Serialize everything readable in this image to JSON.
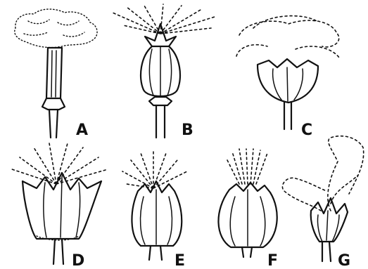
{
  "panels": [
    {
      "id": "a",
      "label": "A"
    },
    {
      "id": "b",
      "label": "B"
    },
    {
      "id": "c",
      "label": "C"
    },
    {
      "id": "d",
      "label": "D"
    },
    {
      "id": "e",
      "label": "E"
    },
    {
      "id": "f",
      "label": "F"
    },
    {
      "id": "g",
      "label": "G"
    }
  ]
}
